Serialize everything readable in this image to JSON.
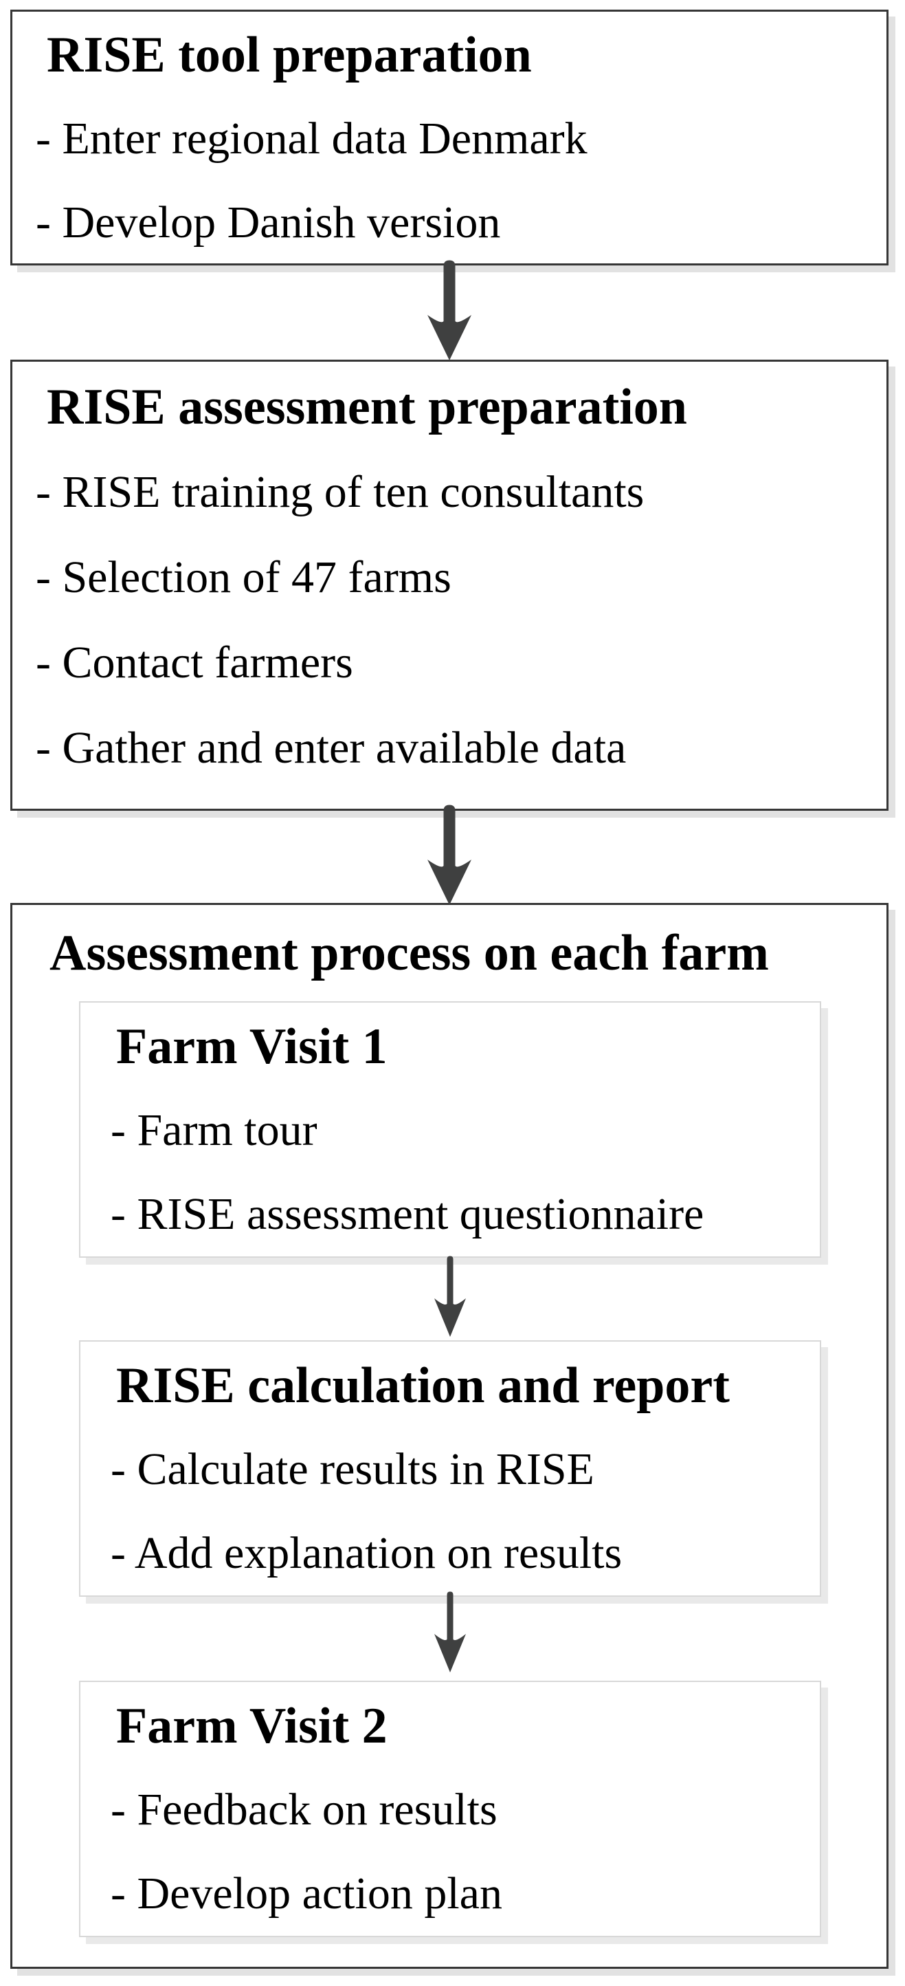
{
  "colors": {
    "background": "#ffffff",
    "text": "#000000",
    "stage_border": "#363636",
    "step_border": "#d8d8d8",
    "stage_shadow": "#e2e2e2",
    "step_shadow": "#e9e9e9",
    "arrow": "#3f4040"
  },
  "icons": {
    "arrow_down": "arrow-down-icon"
  },
  "flow": {
    "stages": [
      {
        "title": "RISE tool preparation",
        "bullets": [
          "- Enter regional data Denmark",
          "- Develop Danish version"
        ]
      },
      {
        "title": "RISE assessment preparation",
        "bullets": [
          "- RISE training of ten consultants",
          "- Selection of 47 farms",
          "- Contact farmers",
          "- Gather and enter available data"
        ]
      },
      {
        "title": "Assessment process on each farm",
        "steps": [
          {
            "title": "Farm Visit 1",
            "bullets": [
              "- Farm tour",
              "- RISE assessment questionnaire"
            ]
          },
          {
            "title": "RISE calculation and report",
            "bullets": [
              "- Calculate results in RISE",
              "- Add explanation on results"
            ]
          },
          {
            "title": "Farm Visit 2",
            "bullets": [
              "- Feedback on results",
              "- Develop action plan"
            ]
          }
        ]
      }
    ]
  }
}
